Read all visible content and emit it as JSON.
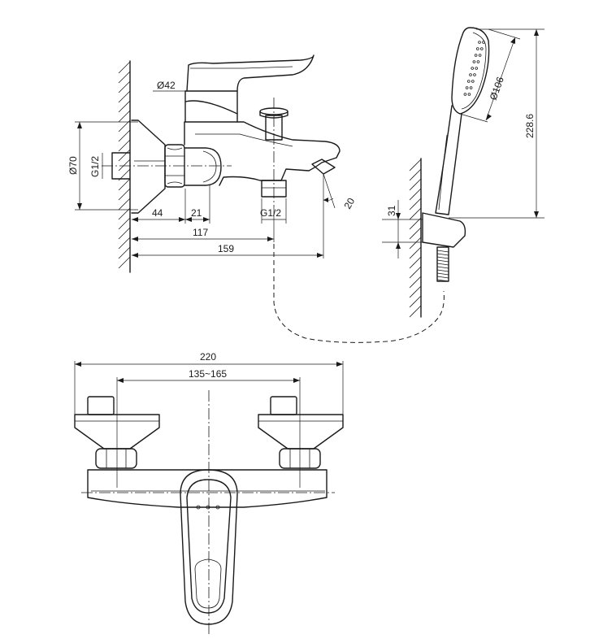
{
  "side_view": {
    "outlet_diameter": "Ø42",
    "escutcheon_diameter": "Ø70",
    "thread_left": "G1/2",
    "thread_bottom": "G1/2",
    "offset_wall": "44",
    "offset_nut": "21",
    "spout_angle": "20",
    "reach_outlet": "117",
    "reach_spout": "159"
  },
  "hand_shower": {
    "head_diameter": "Ø106",
    "length": "228.6",
    "holder_height": "31"
  },
  "front_view": {
    "overall_width": "220",
    "center_distance": "135~165"
  }
}
